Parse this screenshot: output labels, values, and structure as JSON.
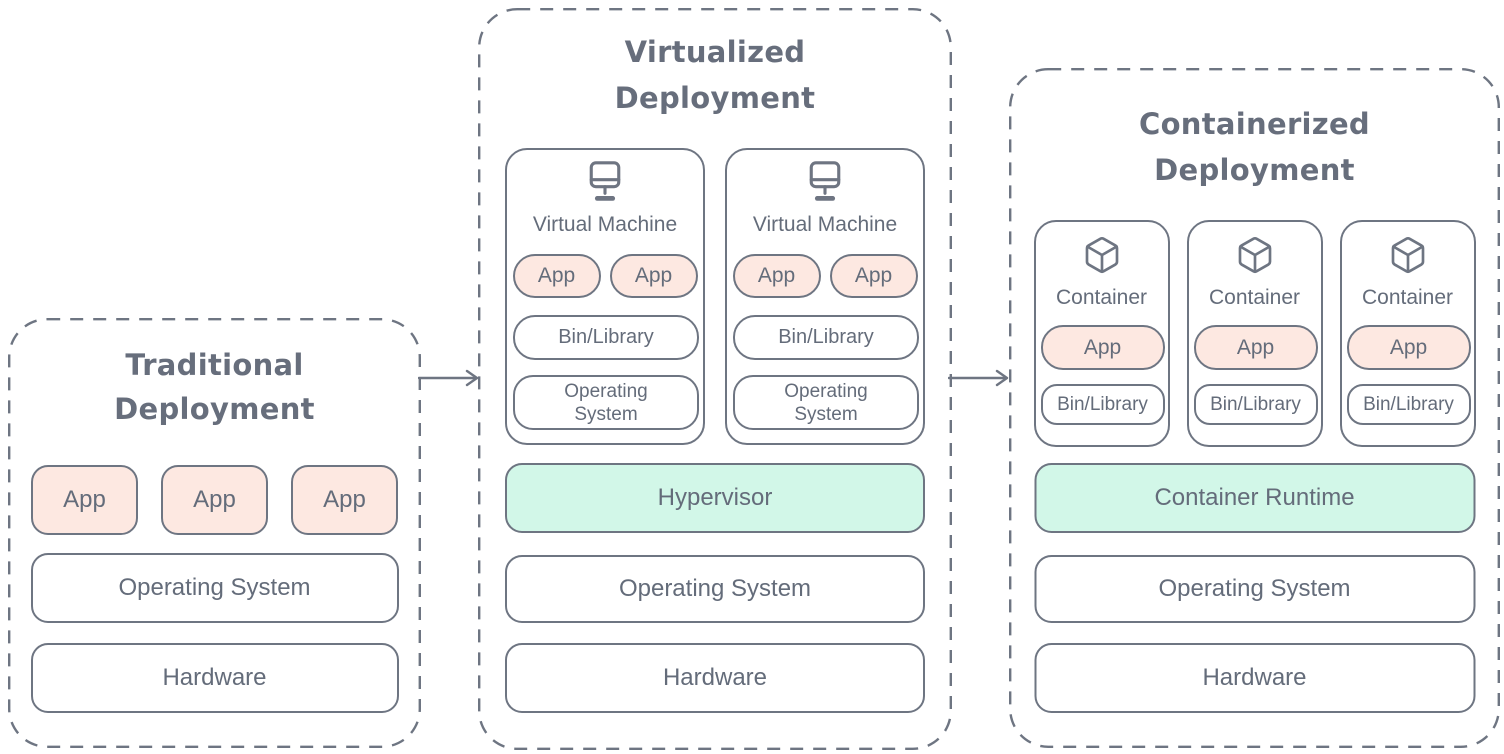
{
  "colors": {
    "border": "#6e7582",
    "text": "#646c7a",
    "title": "#676e7c",
    "app_fill": "#fde8e1",
    "accent_fill": "#d2f7e8",
    "background": "#ffffff"
  },
  "panels": {
    "traditional": {
      "title_line1": "Traditional",
      "title_line2": "Deployment",
      "apps": [
        "App",
        "App",
        "App"
      ],
      "layers": {
        "os": "Operating System",
        "hardware": "Hardware"
      }
    },
    "virtualized": {
      "title_line1": "Virtualized",
      "title_line2": "Deployment",
      "vm": {
        "label": "Virtual Machine",
        "apps": [
          "App",
          "App"
        ],
        "bin": "Bin/Library",
        "os": "Operating System"
      },
      "layers": {
        "hypervisor": "Hypervisor",
        "os": "Operating System",
        "hardware": "Hardware"
      }
    },
    "containerized": {
      "title_line1": "Containerized",
      "title_line2": "Deployment",
      "container": {
        "label": "Container",
        "app": "App",
        "bin": "Bin/Library"
      },
      "layers": {
        "runtime": "Container Runtime",
        "os": "Operating System",
        "hardware": "Hardware"
      }
    }
  },
  "icons": {
    "virtual_machine": "monitor-icon",
    "container": "cube-icon",
    "transition": "arrow-right-icon"
  }
}
